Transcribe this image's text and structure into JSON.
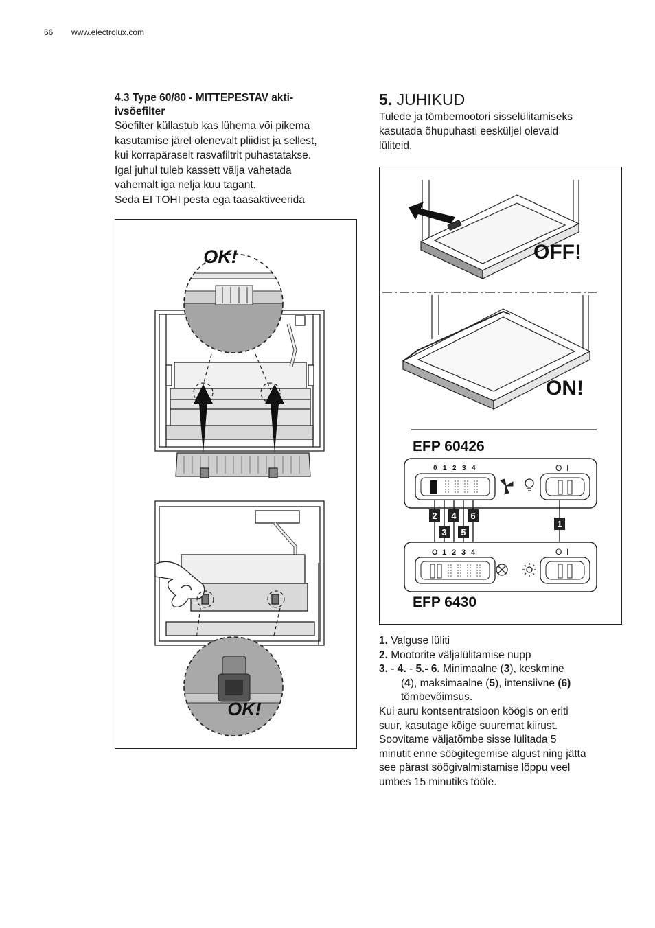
{
  "header": {
    "page_number": "66",
    "website": "www.electrolux.com"
  },
  "section_4_3": {
    "heading_line1": "4.3 Type 60/80 - MITTEPESTAV akti-",
    "heading_line2": "ivsöefilter",
    "lines": [
      "Söefilter küllastub kas lühema või pikema",
      "kasutamise järel olenevalt pliidist ja sellest,",
      "kui korrapäraselt rasvafiltrit puhastatakse.",
      "Igal juhul tuleb kassett välja vahetada",
      "vähemalt iga nelja kuu tagant.",
      "Seda EI TOHI pesta ega taasaktiveerida"
    ]
  },
  "figure_filter": {
    "ok_label_top": "OK!",
    "ok_label_bottom": "OK!"
  },
  "section_5": {
    "number": "5.",
    "title": "JUHIKUD",
    "intro_lines": [
      "Tulede ja tõmbemootori sisselülitamiseks",
      "kasutada õhupuhasti eesküljel olevaid",
      "lüliteid."
    ]
  },
  "figure_controls": {
    "off_label": "OFF!",
    "on_label": "ON!",
    "model_top": "EFP 60426",
    "model_bottom": "EFP 6430",
    "top_speed_marks": [
      "0",
      "1",
      "2",
      "3",
      "4"
    ],
    "bottom_speed_marks": [
      "O",
      "1",
      "2",
      "3",
      "4"
    ],
    "light_marks": [
      "O",
      "I"
    ],
    "callouts": [
      "1",
      "2",
      "3",
      "4",
      "5",
      "6"
    ]
  },
  "legend": {
    "item1_num": "1.",
    "item1_text": "Valguse lüliti",
    "item2_num": "2.",
    "item2_text": "Mootorite väljalülitamise nupp",
    "item3_line1_a": "3.",
    "item3_line1_b": " - ",
    "item3_line1_c": "4.",
    "item3_line1_d": " - ",
    "item3_line1_e": "5.- 6.",
    "item3_line1_f": " Minimaalne (",
    "item3_line1_g": "3",
    "item3_line1_h": "), keskmine",
    "item3_line2_a": "(",
    "item3_line2_b": "4",
    "item3_line2_c": "), maksimaalne (",
    "item3_line2_d": "5",
    "item3_line2_e": "), intensiivne ",
    "item3_line2_f": "(6)",
    "item3_line3": "tõmbevõimsus.",
    "para_lines": [
      "Kui auru kontsentratsioon köögis on eriti",
      "suur, kasutage kõige suuremat kiirust.",
      "Soovitame väljatõmbe sisse lülitada 5",
      "minutit enne söögitegemise algust ning jätta",
      "see pärast söögivalmistamise lõppu veel",
      "umbes 15 minutiks tööle."
    ]
  }
}
